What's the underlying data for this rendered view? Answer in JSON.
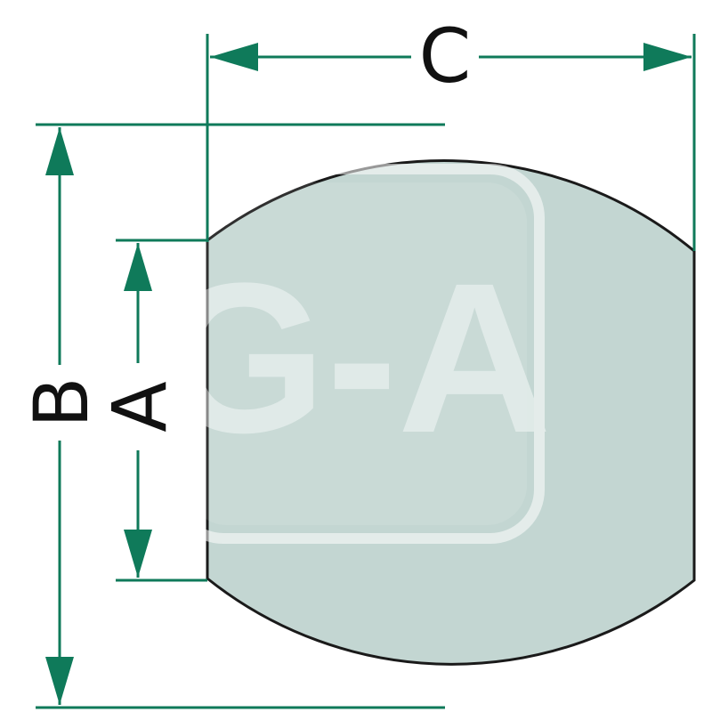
{
  "colors": {
    "dimension_line": "#0f7a5a",
    "part_fill": "#c3d6d2",
    "part_outline": "#1a1a1a",
    "label_text": "#111111",
    "watermark_fill": "#ffffff"
  },
  "dimensions": {
    "a": {
      "label": "A"
    },
    "b": {
      "label": "B"
    },
    "c": {
      "label": "C"
    }
  },
  "watermark": {
    "text": "G-A",
    "shape": "rounded-square"
  }
}
